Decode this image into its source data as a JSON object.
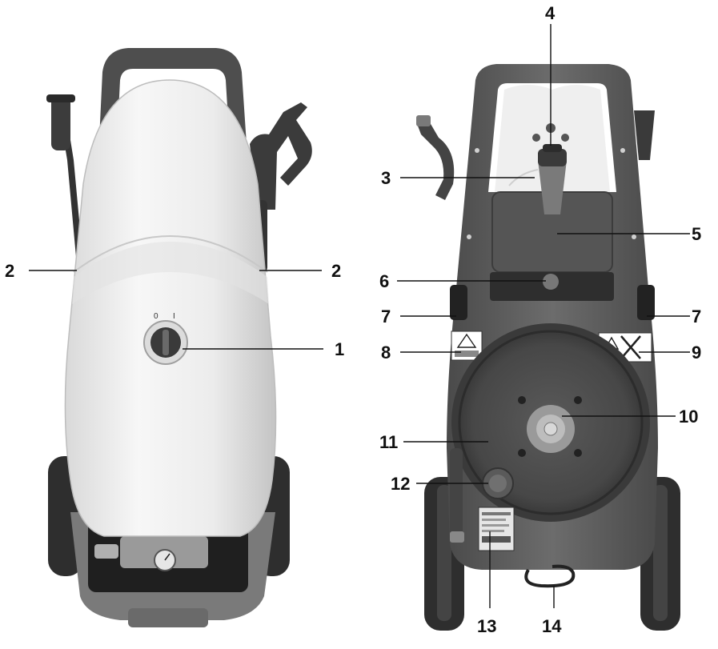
{
  "callouts": {
    "front": {
      "c1": "1",
      "c2_left": "2",
      "c2_right": "2"
    },
    "back": {
      "c3": "3",
      "c4": "4",
      "c5": "5",
      "c6": "6",
      "c7_left": "7",
      "c7_right": "7",
      "c8": "8",
      "c9": "9",
      "c10": "10",
      "c11": "11",
      "c12": "12",
      "c13": "13",
      "c14": "14"
    }
  },
  "colors": {
    "frame": "#5e5e5e",
    "frame_dark": "#3a3a3a",
    "cover": "#efefef",
    "body_grey": "#6f6f6f",
    "reel": "#4a4a4a",
    "tire": "#2e2e2e",
    "ink": "#111111"
  }
}
